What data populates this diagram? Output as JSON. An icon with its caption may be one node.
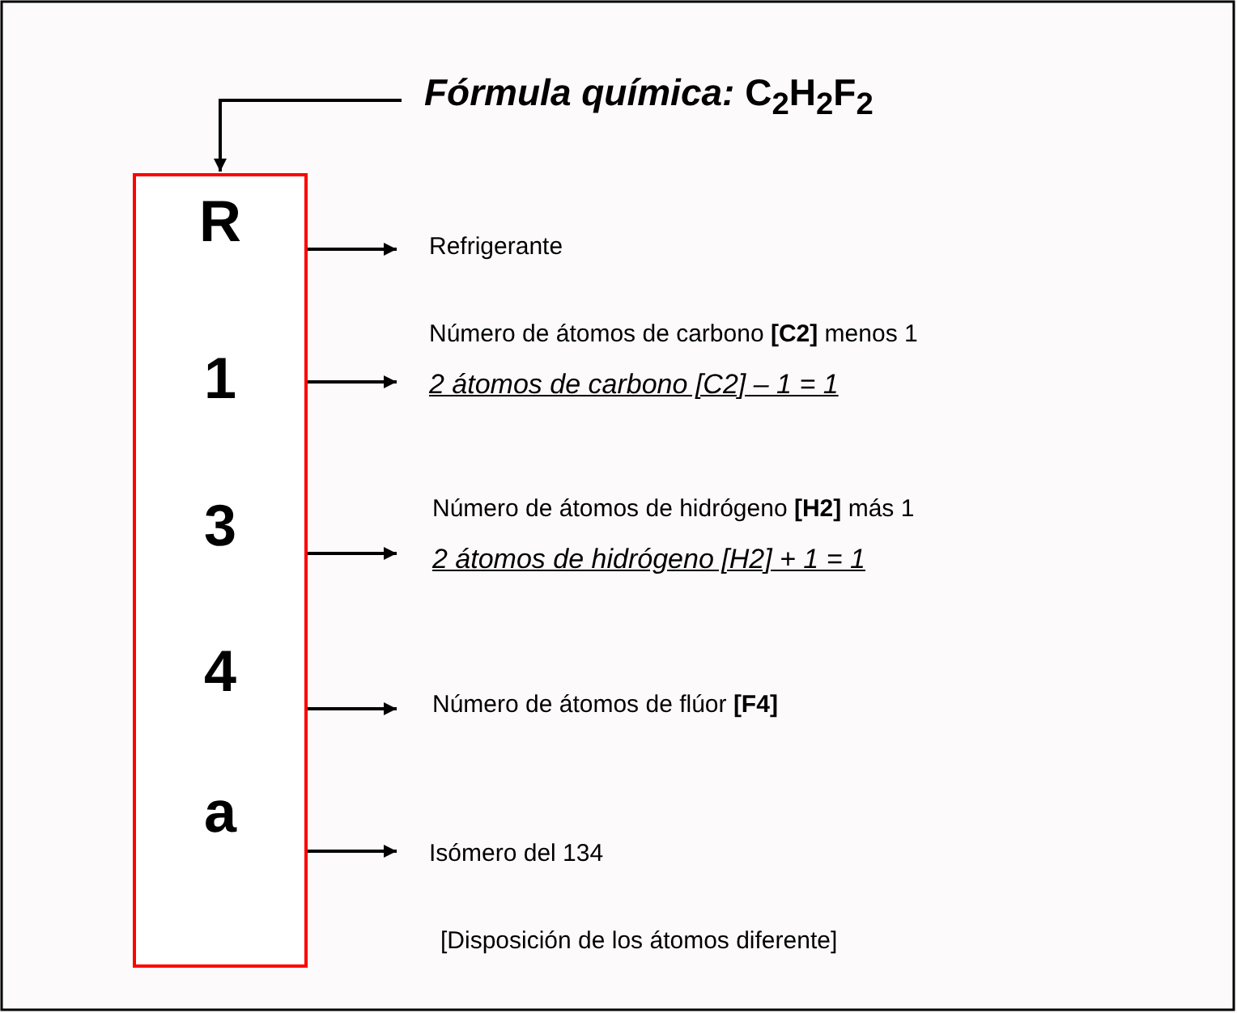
{
  "diagram": {
    "nodes": [
      {
        "text": [
          "*Fórmula química:* C$_{2}$H$_{2}$F$_{2}$"
        ]
      },
      {
        "text": [
          "R",
          "1",
          "3",
          "4",
          "a"
        ]
      },
      {
        "text": [
          "Refrigerante"
        ]
      },
      {
        "text": [
          "Número de átomos de carbono **[C2]** menos 1",
          "2 átomos de carbono [C2] – 1 = 1"
        ]
      },
      {
        "text": [
          "Número de átomos de hidrógeno **[H2]** más 1",
          "2 átomos de hidrógeno [H2] + 1 = 1"
        ]
      },
      {
        "text": [
          "Número de átomos de flúor **[F4]**"
        ]
      },
      {
        "text": [
          "Isómero del 134",
          "[Disposición de los átomos diferente]"
        ]
      }
    ],
    "edges": [
      {
        "from": 0,
        "to": 1,
        "arrow": "to"
      },
      {
        "from": 1,
        "to": 2,
        "arrow": "to"
      },
      {
        "from": 1,
        "to": 3,
        "arrow": "to"
      },
      {
        "from": 1,
        "to": 4,
        "arrow": "to"
      },
      {
        "from": 1,
        "to": 5,
        "arrow": "to"
      },
      {
        "from": 1,
        "to": 6,
        "arrow": "to"
      }
    ]
  }
}
